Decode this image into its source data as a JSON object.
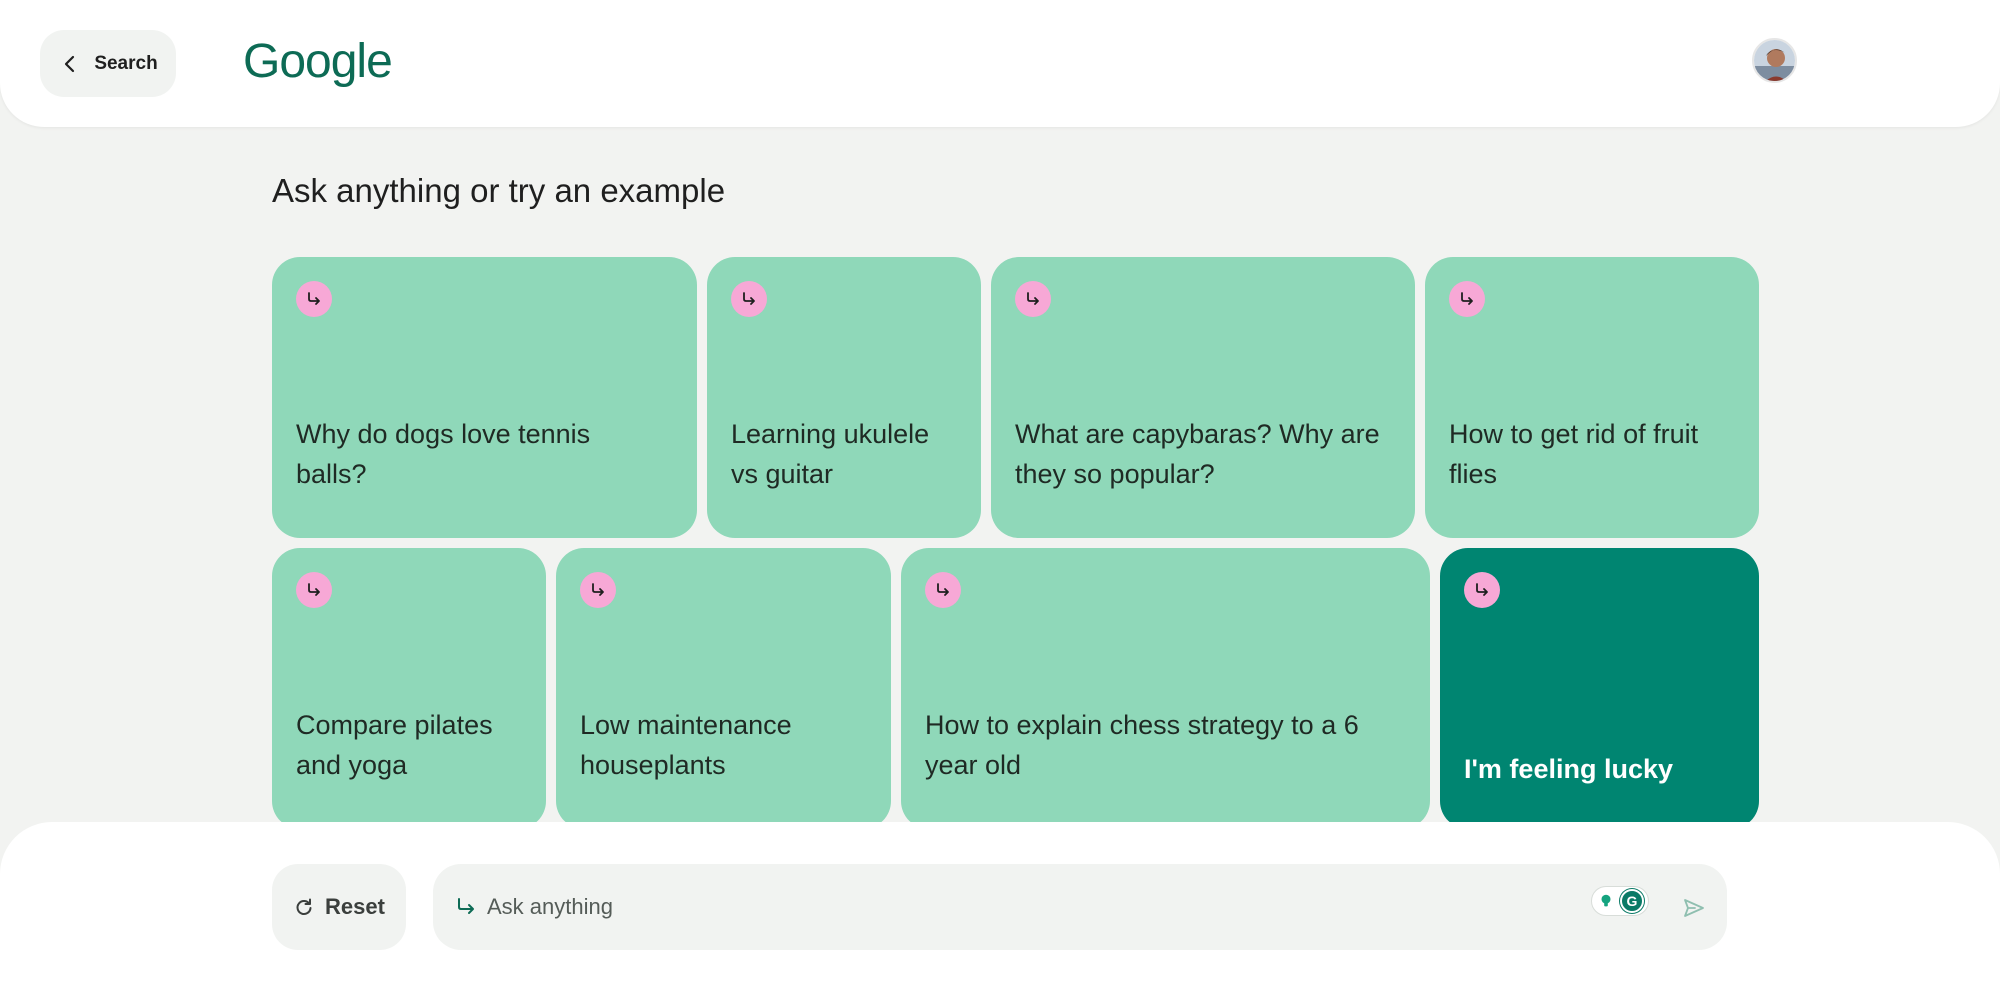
{
  "header": {
    "back_label": "Search",
    "logo": "Google"
  },
  "main": {
    "heading": "Ask anything or try an example",
    "cards": [
      {
        "label": "Why do dogs love tennis balls?"
      },
      {
        "label": "Learning ukulele vs guitar"
      },
      {
        "label": "What are capybaras? Why are they so popular?"
      },
      {
        "label": "How to get rid of fruit flies"
      },
      {
        "label": "Compare pilates and yoga"
      },
      {
        "label": "Low maintenance houseplants"
      },
      {
        "label": "How to explain chess strategy to a 6 year old"
      },
      {
        "label": "I'm feeling lucky"
      }
    ]
  },
  "bottom": {
    "reset_label": "Reset",
    "ask_placeholder": "Ask anything",
    "extension_letter": "G"
  },
  "colors": {
    "card": "#8fd8b9",
    "lucky_card": "#008571",
    "arrow_badge": "#f7a8d6",
    "logo": "#0d6b55"
  },
  "icons": {
    "back": "chevron-left-icon",
    "card_arrow": "arrow-subdirectory-icon",
    "reset": "refresh-icon",
    "send": "send-icon"
  }
}
